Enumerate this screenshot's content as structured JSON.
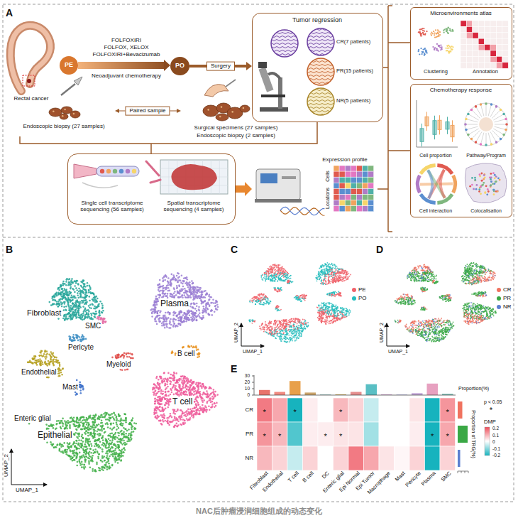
{
  "diagram": {
    "caption": "NAC后肿瘤浸润细胞组成的动态变化",
    "nodes": [
      {
        "text": [
          "PE"
        ]
      },
      {
        "text": [
          "PO"
        ]
      },
      {
        "text": [
          "Tumor regression",
          "CR(7 patients)",
          "PR(15 patients)",
          "NR(5 patients)"
        ]
      },
      {
        "text": [
          "Endoscopic biopsy (27 samples)"
        ]
      },
      {
        "text": [
          "Surgical specimens (27 samples)",
          "Endoscopic biopsy (2 samples)"
        ]
      },
      {
        "text": [
          "Single cell transcriptome sequencing (56 samples)",
          "Spatial transcriptome sequencing (4 samples)"
        ]
      },
      {
        "text": [
          "Expression profile"
        ]
      },
      {
        "text": [
          "Microenvironments atlas",
          "Clustering",
          "Annotation"
        ]
      },
      {
        "text": [
          "Chemotherapy response",
          "Cell proportion",
          "Pathway/Program",
          "Cell interaction",
          "Colocalisation"
        ]
      }
    ],
    "edges": [
      {
        "from": 0,
        "to": 1,
        "arrow": "to",
        "label": "Neoadjuvant chemotherapy"
      },
      {
        "from": 1,
        "to": 2,
        "arrow": "to",
        "label": "Surgery"
      },
      {
        "from": 3,
        "to": 4,
        "arrow": "both",
        "label": "Paired sample"
      },
      {
        "from": 5,
        "to": 6,
        "arrow": "to"
      }
    ],
    "labels": [
      "A",
      "FOLFOXIRI",
      "FOLFOX, XELOX",
      "FOLFOXIRI+Bevacizumab",
      "Rectal cancer",
      "Cells",
      "Locations",
      "B",
      "Fibroblast",
      "SMC",
      "Pericyte",
      "Plasma",
      "Myeloid",
      "B cell",
      "Endothelial",
      "Mast",
      "T cell",
      "Enteric glial",
      "Epithelial",
      "UMAP_2",
      "UMAP_1",
      "C",
      "UMAP_2",
      "UMAP_1",
      "D",
      "UMAP_2",
      "UMAP_1",
      "E",
      "30",
      "20",
      "10",
      "0",
      "Proportion(%)",
      "CR",
      "PR",
      "NR",
      "*",
      "*",
      "*",
      "*",
      "*",
      "*",
      "*",
      "*",
      "*",
      "*",
      "Fibroblast",
      "Endothelial",
      "T cell",
      "B cell",
      "DC",
      "Enteric glial",
      "Epi Normal",
      "Epi Tumor",
      "Macrophage",
      "Mast",
      "Pericyte",
      "Plasma",
      "SMC",
      "p < 0.05",
      "*",
      "DMP",
      "0.2",
      "0.1",
      "0",
      "-0.1",
      "-0.2",
      "Proportion of TRG(%)"
    ],
    "legend": [
      {
        "text": "PE",
        "color": "#f0626a"
      },
      {
        "text": "PO",
        "color": "#26bdbd"
      },
      {
        "text": "CR",
        "color": "#f0725f"
      },
      {
        "text": "PR",
        "color": "#3aa845"
      },
      {
        "text": "NR",
        "color": "#5b7fd0"
      }
    ]
  }
}
